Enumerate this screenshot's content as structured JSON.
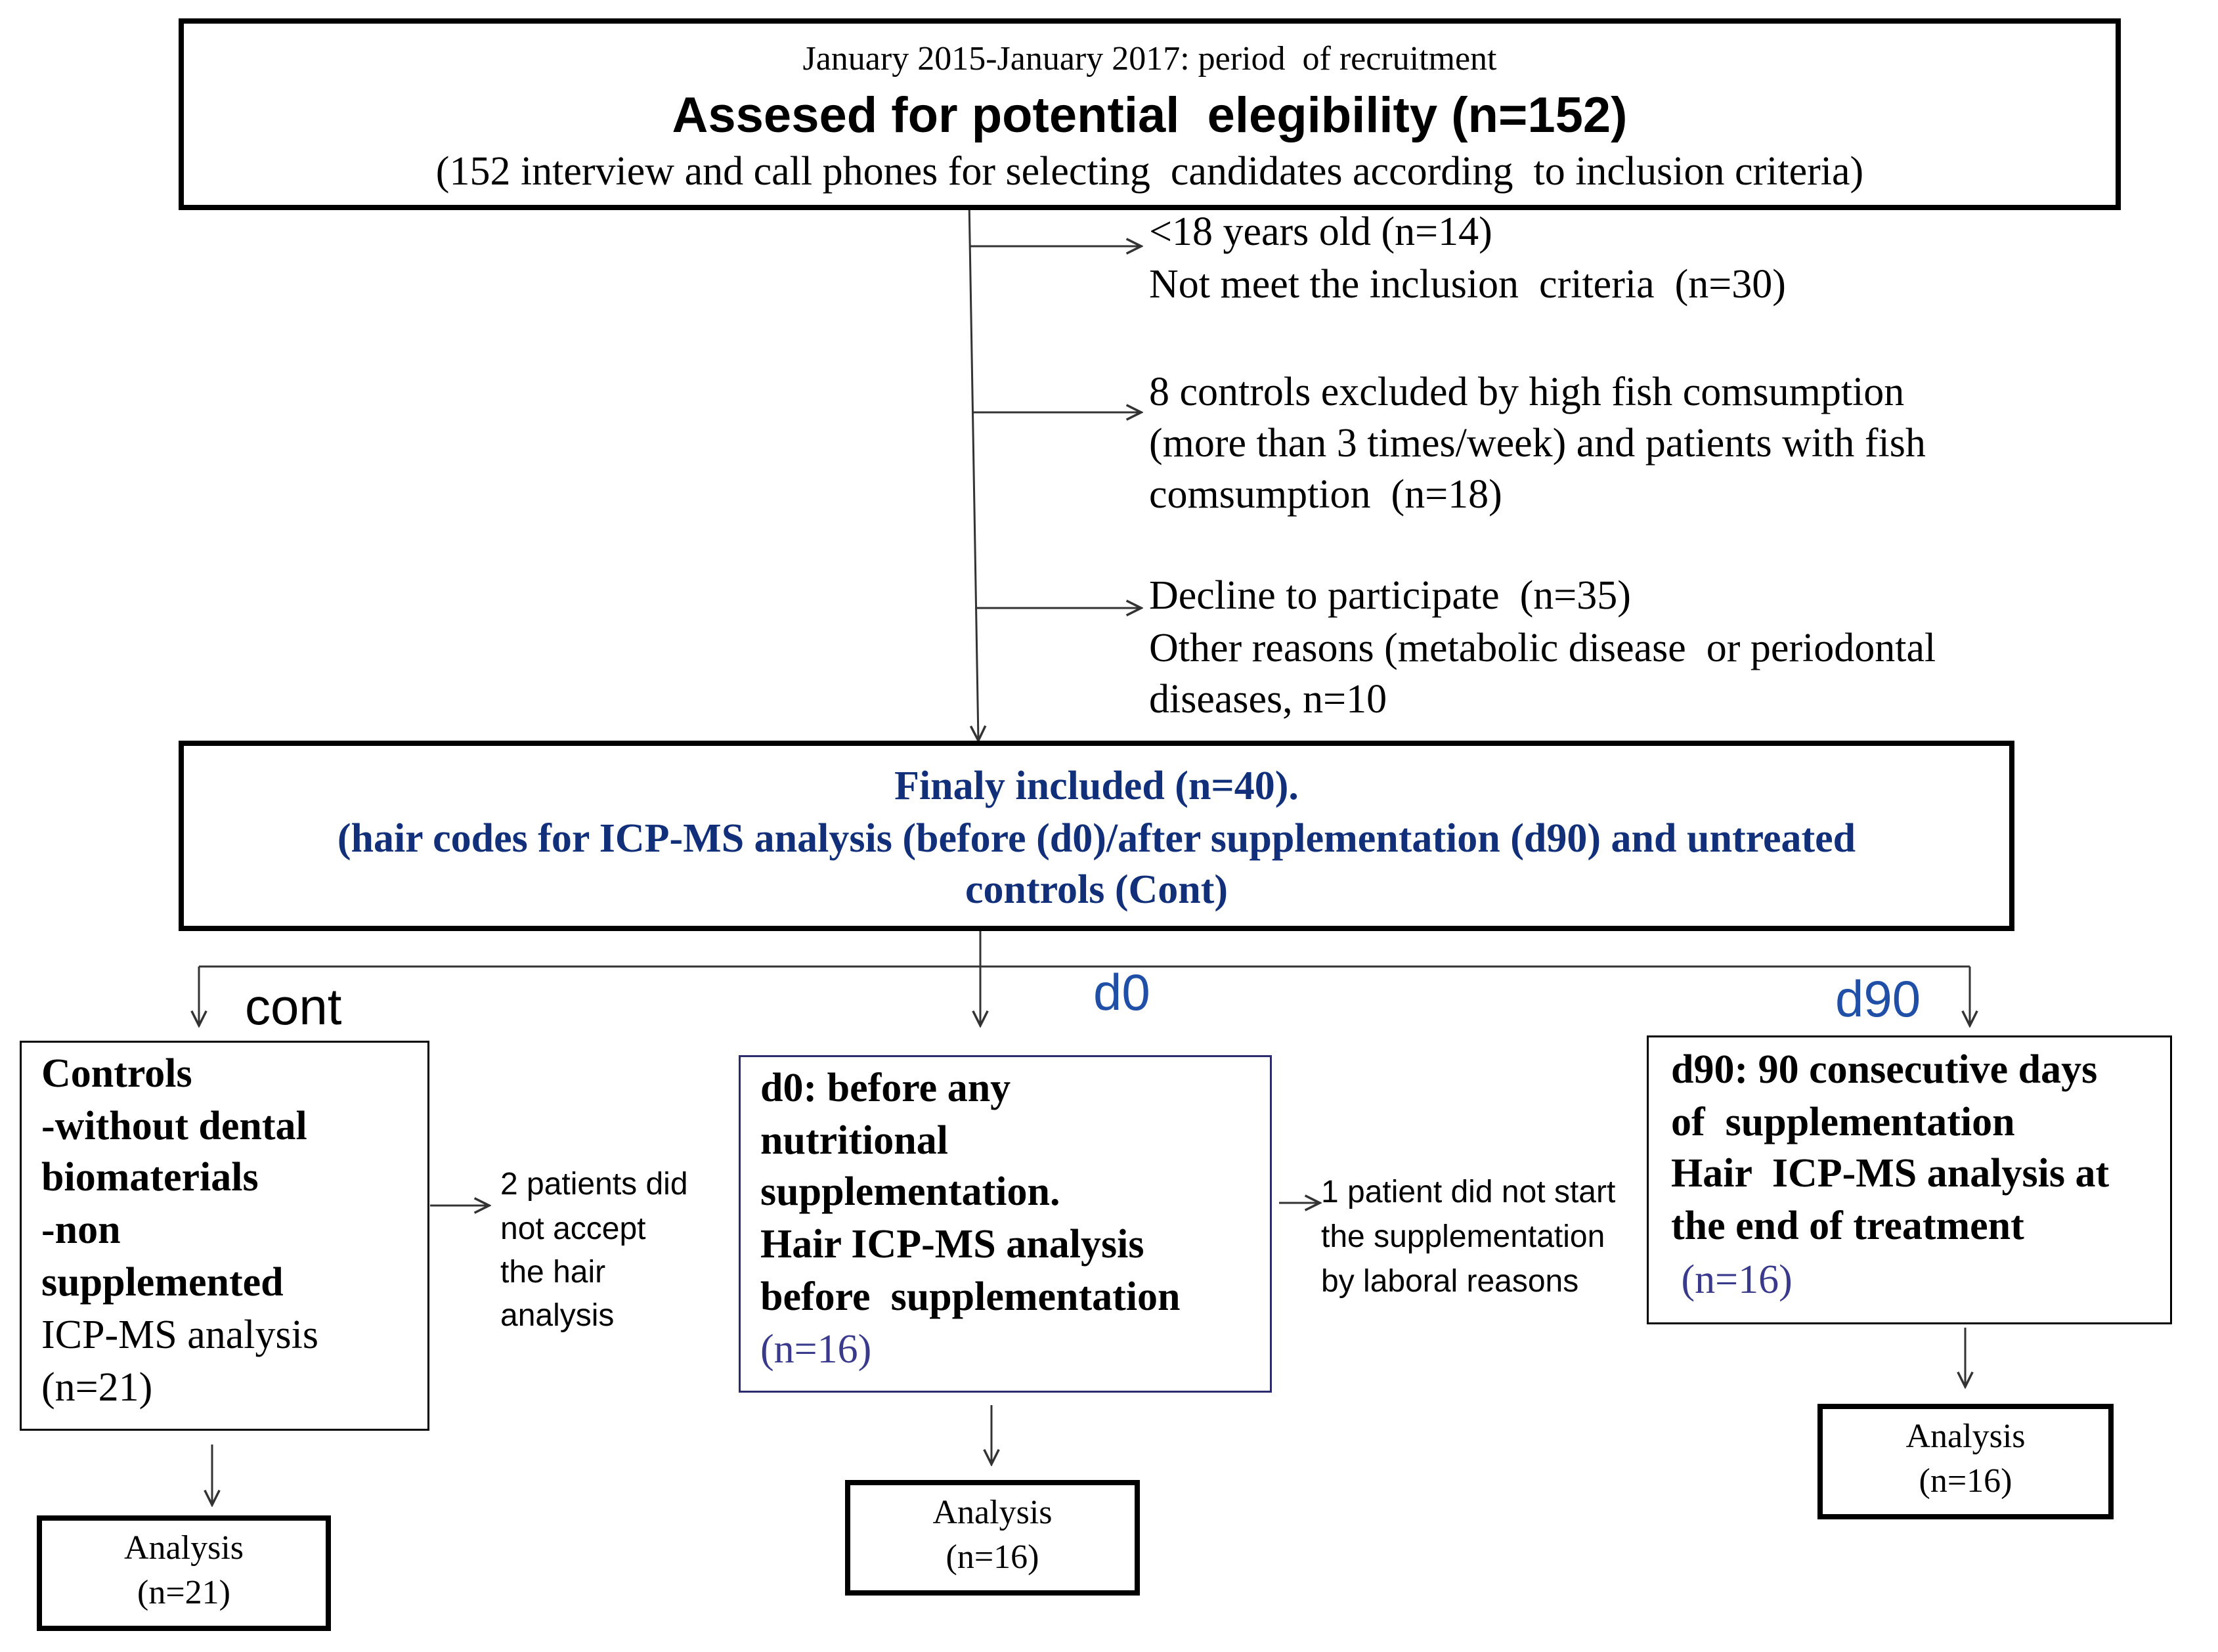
{
  "top_box": {
    "period": "January 2015-January 2017: period  of recruitment",
    "title": "Assesed for potential  elegibility (n=152)",
    "subtitle": "(152 interview and call phones for selecting  candidates according  to inclusion criteria)"
  },
  "exclusions": [
    {
      "lines": [
        "<18 years old (n=14)",
        "Not meet the inclusion  criteria  (n=30)"
      ]
    },
    {
      "lines": [
        "8 controls excluded by high fish comsumption",
        "(more than 3 times/week) and patients with fish",
        "comsumption  (n=18)"
      ]
    },
    {
      "lines": [
        "Decline to participate  (n=35)",
        "Other reasons (metabolic disease  or periodontal",
        "diseases, n=10"
      ]
    }
  ],
  "included_box": {
    "lines": [
      "Finaly included (n=40).",
      "(hair codes for ICP-MS analysis (before (d0)/after supplementation (d90) and untreated",
      "controls (Cont)"
    ]
  },
  "branch_labels": {
    "cont": "cont",
    "d0": "d0",
    "d90": "d90"
  },
  "controls_box": {
    "bold_lines": [
      "Controls",
      "-without dental",
      "biomaterials",
      "-non",
      "supplemented"
    ],
    "normal_lines": [
      "ICP-MS analysis",
      "(n=21)"
    ]
  },
  "controls_note": [
    "2 patients did",
    "not accept",
    "the hair",
    "analysis"
  ],
  "d0_box": {
    "bold_lines": [
      "d0: before any",
      "nutritional",
      "supplementation.",
      "Hair ICP-MS analysis",
      "before  supplementation"
    ],
    "count": "(n=16)"
  },
  "d0_note": [
    "1 patient did not start",
    "the supplementation",
    "by laboral reasons"
  ],
  "d90_box": {
    "bold_lines": [
      "d90: 90 consecutive days",
      "of  supplementation",
      "Hair  ICP-MS analysis at",
      "the end of treatment"
    ],
    "count": " (n=16)"
  },
  "analysis_boxes": [
    {
      "label": "Analysis",
      "count": "(n=21)"
    },
    {
      "label": "Analysis",
      "count": "(n=16)"
    },
    {
      "label": "Analysis",
      "count": "(n=16)"
    }
  ],
  "colors": {
    "line": "#333333",
    "navy_text": "#12307a",
    "blue_label": "#1f4fa6",
    "purple_count": "#3a3a8c"
  }
}
